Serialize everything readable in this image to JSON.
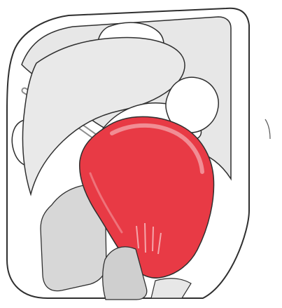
{
  "illustration": {
    "subject": "side-airbag-deployment",
    "elements": [
      "car-door-frame",
      "window-glass",
      "seat-headrest",
      "seat-back",
      "side-mirror",
      "seatbelt",
      "occupant-head",
      "occupant-shoulder",
      "inflated-airbag",
      "door-trim-panel"
    ]
  },
  "colors": {
    "background": "#ffffff",
    "line": "#2f2f2f",
    "window_fill": "#e7e7e7",
    "panel_fill": "#d7d7d7",
    "trim_fill": "#cfcfcf",
    "seat_fill": "#e9e9e9",
    "airbag_fill": "#e83a45",
    "airbag_highlight": "#f3a2a8"
  }
}
